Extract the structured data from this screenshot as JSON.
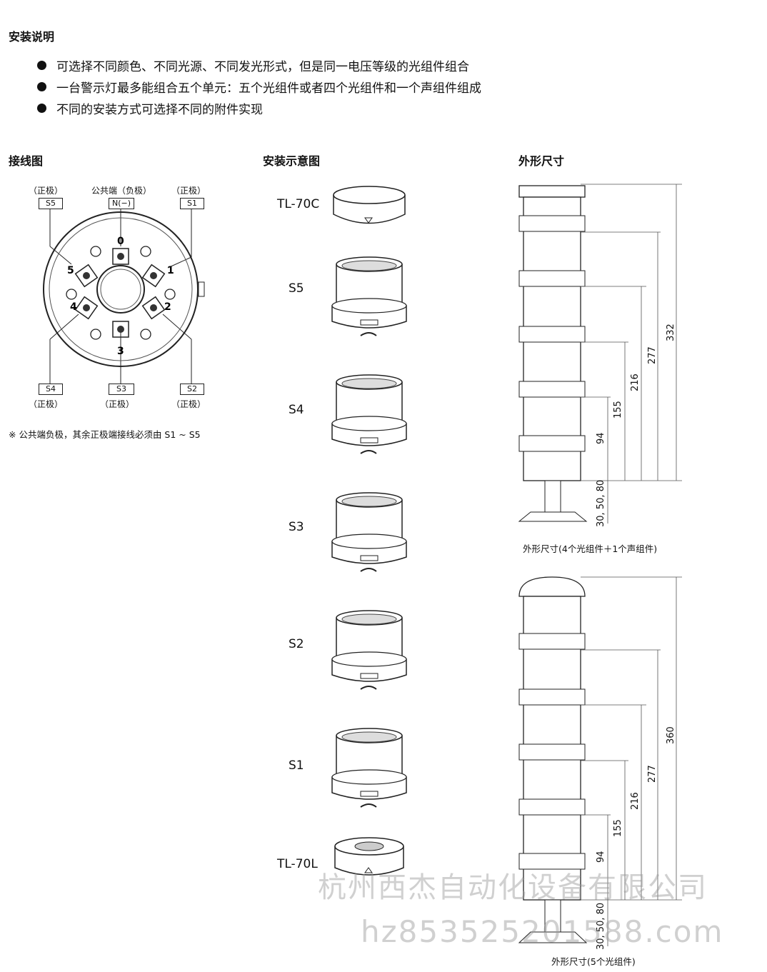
{
  "install_notes": {
    "title": "安装说明",
    "bullets": [
      "可选择不同颜色、不同光源、不同发光形式，但是同一电压等级的光组件组合",
      "一台警示灯最多能组合五个单元：五个光组件或者四个光组件和一个声组件组成",
      "不同的安装方式可选择不同的附件实现"
    ]
  },
  "wiring": {
    "title": "接线图",
    "top_labels": {
      "left": "（正极）",
      "mid": "公共端（负极）",
      "right": "（正极）"
    },
    "top_boxes": {
      "left": "S5",
      "mid": "N(−)",
      "right": "S1"
    },
    "bottom_boxes": {
      "left": "S4",
      "mid": "S3",
      "right": "S2"
    },
    "bottom_labels": {
      "left": "（正极）",
      "mid": "（正极）",
      "right": "（正极）"
    },
    "terminal_numbers": [
      "0",
      "5",
      "1",
      "4",
      "2",
      "3"
    ],
    "note": "※ 公共端负极，其余正极端接线必须由 S1 ~ S5"
  },
  "assembly": {
    "title": "安装示意图",
    "units": [
      "TL-70C",
      "S5",
      "S4",
      "S3",
      "S2",
      "S1",
      "TL-70L"
    ]
  },
  "dimensions": {
    "title": "外形尺寸",
    "diagram1": {
      "values": [
        "332",
        "277",
        "216",
        "155",
        "94",
        "30, 50, 80"
      ],
      "caption": "外形尺寸(4个光组件＋1个声组件)"
    },
    "diagram2": {
      "values": [
        "360",
        "277",
        "216",
        "155",
        "94",
        "30, 50, 80"
      ],
      "caption": "外形尺寸(5个光组件)"
    }
  },
  "watermark": {
    "company": "杭州西杰自动化设备有限公司",
    "id": "hz853525201588.com"
  }
}
